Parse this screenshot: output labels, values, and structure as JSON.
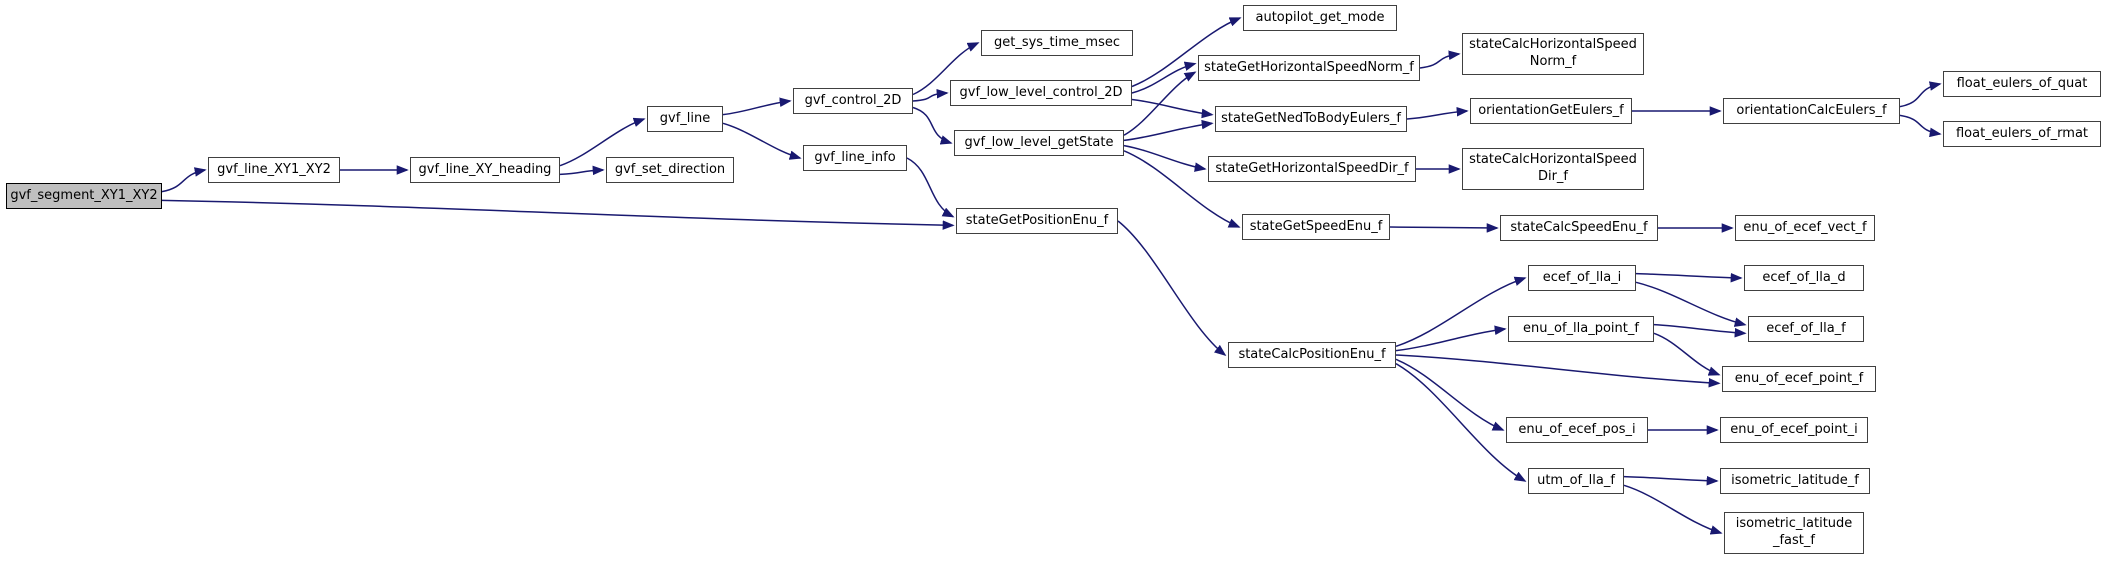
{
  "diagram": {
    "type": "call-graph",
    "root_function": "gvf_segment_XY1_XY2",
    "colors": {
      "background": "#ffffff",
      "edge": "#191970",
      "node_border": "#404040",
      "node_fill": "#ffffff",
      "root_fill": "#bfbfbf",
      "text": "#000000"
    },
    "nodes": [
      {
        "id": "gvf_segment_XY1_XY2",
        "label": "gvf_segment_XY1_XY2",
        "highlighted": true
      },
      {
        "id": "gvf_line_XY1_XY2",
        "label": "gvf_line_XY1_XY2",
        "highlighted": false
      },
      {
        "id": "gvf_line_XY_heading",
        "label": "gvf_line_XY_heading",
        "highlighted": false
      },
      {
        "id": "gvf_line",
        "label": "gvf_line",
        "highlighted": false
      },
      {
        "id": "gvf_set_direction",
        "label": "gvf_set_direction",
        "highlighted": false
      },
      {
        "id": "gvf_control_2D",
        "label": "gvf_control_2D",
        "highlighted": false
      },
      {
        "id": "gvf_line_info",
        "label": "gvf_line_info",
        "highlighted": false
      },
      {
        "id": "get_sys_time_msec",
        "label": "get_sys_time_msec",
        "highlighted": false
      },
      {
        "id": "gvf_low_level_control_2D",
        "label": "gvf_low_level_control_2D",
        "highlighted": false
      },
      {
        "id": "gvf_low_level_getState",
        "label": "gvf_low_level_getState",
        "highlighted": false
      },
      {
        "id": "autopilot_get_mode",
        "label": "autopilot_get_mode",
        "highlighted": false
      },
      {
        "id": "stateGetHorizontalSpeedNorm_f",
        "label": "stateGetHorizontalSpeedNorm_f",
        "highlighted": false
      },
      {
        "id": "stateCalcHorizontalSpeedNorm_f",
        "label": "stateCalcHorizontalSpeed\nNorm_f",
        "highlighted": false
      },
      {
        "id": "stateGetNedToBodyEulers_f",
        "label": "stateGetNedToBodyEulers_f",
        "highlighted": false
      },
      {
        "id": "orientationGetEulers_f",
        "label": "orientationGetEulers_f",
        "highlighted": false
      },
      {
        "id": "orientationCalcEulers_f",
        "label": "orientationCalcEulers_f",
        "highlighted": false
      },
      {
        "id": "float_eulers_of_quat",
        "label": "float_eulers_of_quat",
        "highlighted": false
      },
      {
        "id": "float_eulers_of_rmat",
        "label": "float_eulers_of_rmat",
        "highlighted": false
      },
      {
        "id": "stateGetHorizontalSpeedDir_f",
        "label": "stateGetHorizontalSpeedDir_f",
        "highlighted": false
      },
      {
        "id": "stateCalcHorizontalSpeedDir_f",
        "label": "stateCalcHorizontalSpeed\nDir_f",
        "highlighted": false
      },
      {
        "id": "stateGetSpeedEnu_f",
        "label": "stateGetSpeedEnu_f",
        "highlighted": false
      },
      {
        "id": "stateCalcSpeedEnu_f",
        "label": "stateCalcSpeedEnu_f",
        "highlighted": false
      },
      {
        "id": "enu_of_ecef_vect_f",
        "label": "enu_of_ecef_vect_f",
        "highlighted": false
      },
      {
        "id": "stateGetPositionEnu_f",
        "label": "stateGetPositionEnu_f",
        "highlighted": false
      },
      {
        "id": "stateCalcPositionEnu_f",
        "label": "stateCalcPositionEnu_f",
        "highlighted": false
      },
      {
        "id": "ecef_of_lla_i",
        "label": "ecef_of_lla_i",
        "highlighted": false
      },
      {
        "id": "ecef_of_lla_d",
        "label": "ecef_of_lla_d",
        "highlighted": false
      },
      {
        "id": "enu_of_lla_point_f",
        "label": "enu_of_lla_point_f",
        "highlighted": false
      },
      {
        "id": "ecef_of_lla_f",
        "label": "ecef_of_lla_f",
        "highlighted": false
      },
      {
        "id": "enu_of_ecef_point_f",
        "label": "enu_of_ecef_point_f",
        "highlighted": false
      },
      {
        "id": "enu_of_ecef_pos_i",
        "label": "enu_of_ecef_pos_i",
        "highlighted": false
      },
      {
        "id": "enu_of_ecef_point_i",
        "label": "enu_of_ecef_point_i",
        "highlighted": false
      },
      {
        "id": "utm_of_lla_f",
        "label": "utm_of_lla_f",
        "highlighted": false
      },
      {
        "id": "isometric_latitude_f",
        "label": "isometric_latitude_f",
        "highlighted": false
      },
      {
        "id": "isometric_latitude_fast_f",
        "label": "isometric_latitude\n_fast_f",
        "highlighted": false
      }
    ],
    "edges": [
      {
        "from": "gvf_segment_XY1_XY2",
        "to": "gvf_line_XY1_XY2"
      },
      {
        "from": "gvf_segment_XY1_XY2",
        "to": "stateGetPositionEnu_f"
      },
      {
        "from": "gvf_line_XY1_XY2",
        "to": "gvf_line_XY_heading"
      },
      {
        "from": "gvf_line_XY_heading",
        "to": "gvf_line"
      },
      {
        "from": "gvf_line_XY_heading",
        "to": "gvf_set_direction"
      },
      {
        "from": "gvf_line",
        "to": "gvf_control_2D"
      },
      {
        "from": "gvf_line",
        "to": "gvf_line_info"
      },
      {
        "from": "gvf_control_2D",
        "to": "get_sys_time_msec"
      },
      {
        "from": "gvf_control_2D",
        "to": "gvf_low_level_control_2D"
      },
      {
        "from": "gvf_control_2D",
        "to": "gvf_low_level_getState"
      },
      {
        "from": "gvf_line_info",
        "to": "stateGetPositionEnu_f"
      },
      {
        "from": "gvf_low_level_control_2D",
        "to": "autopilot_get_mode"
      },
      {
        "from": "gvf_low_level_control_2D",
        "to": "stateGetHorizontalSpeedNorm_f"
      },
      {
        "from": "gvf_low_level_control_2D",
        "to": "stateGetNedToBodyEulers_f"
      },
      {
        "from": "gvf_low_level_getState",
        "to": "stateGetHorizontalSpeedNorm_f"
      },
      {
        "from": "gvf_low_level_getState",
        "to": "stateGetNedToBodyEulers_f"
      },
      {
        "from": "gvf_low_level_getState",
        "to": "stateGetHorizontalSpeedDir_f"
      },
      {
        "from": "gvf_low_level_getState",
        "to": "stateGetSpeedEnu_f"
      },
      {
        "from": "stateGetHorizontalSpeedNorm_f",
        "to": "stateCalcHorizontalSpeedNorm_f"
      },
      {
        "from": "stateGetNedToBodyEulers_f",
        "to": "orientationGetEulers_f"
      },
      {
        "from": "orientationGetEulers_f",
        "to": "orientationCalcEulers_f"
      },
      {
        "from": "orientationCalcEulers_f",
        "to": "float_eulers_of_quat"
      },
      {
        "from": "orientationCalcEulers_f",
        "to": "float_eulers_of_rmat"
      },
      {
        "from": "stateGetHorizontalSpeedDir_f",
        "to": "stateCalcHorizontalSpeedDir_f"
      },
      {
        "from": "stateGetSpeedEnu_f",
        "to": "stateCalcSpeedEnu_f"
      },
      {
        "from": "stateCalcSpeedEnu_f",
        "to": "enu_of_ecef_vect_f"
      },
      {
        "from": "stateGetPositionEnu_f",
        "to": "stateCalcPositionEnu_f"
      },
      {
        "from": "stateCalcPositionEnu_f",
        "to": "ecef_of_lla_i"
      },
      {
        "from": "stateCalcPositionEnu_f",
        "to": "enu_of_lla_point_f"
      },
      {
        "from": "stateCalcPositionEnu_f",
        "to": "enu_of_ecef_point_f"
      },
      {
        "from": "stateCalcPositionEnu_f",
        "to": "enu_of_ecef_pos_i"
      },
      {
        "from": "stateCalcPositionEnu_f",
        "to": "utm_of_lla_f"
      },
      {
        "from": "ecef_of_lla_i",
        "to": "ecef_of_lla_d"
      },
      {
        "from": "ecef_of_lla_i",
        "to": "ecef_of_lla_f"
      },
      {
        "from": "enu_of_lla_point_f",
        "to": "ecef_of_lla_f"
      },
      {
        "from": "enu_of_lla_point_f",
        "to": "enu_of_ecef_point_f"
      },
      {
        "from": "enu_of_ecef_pos_i",
        "to": "enu_of_ecef_point_i"
      },
      {
        "from": "utm_of_lla_f",
        "to": "isometric_latitude_f"
      },
      {
        "from": "utm_of_lla_f",
        "to": "isometric_latitude_fast_f"
      }
    ]
  }
}
